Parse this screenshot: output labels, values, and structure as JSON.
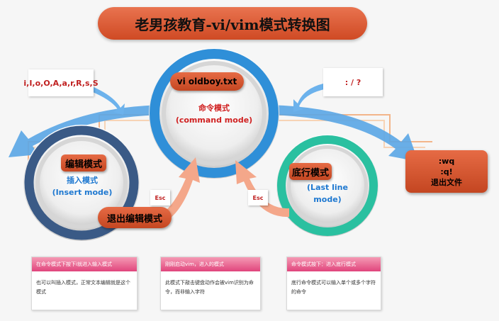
{
  "title": "老男孩教育-vi/vim模式转换图",
  "insert_keys": "i,I,o,O,A,a,r,R,s,S",
  "lastline_keys": ": / ?",
  "command_mode": {
    "entry_label": "vi oldboy.txt",
    "name_cn": "命令模式",
    "name_en": "(command mode)"
  },
  "insert_mode": {
    "label": "编辑模式",
    "name_cn": "插入模式",
    "name_en": "(Insert mode)"
  },
  "last_line_mode": {
    "label": "底行模式",
    "name_en_line1": "(Last line",
    "name_en_line2": "mode)"
  },
  "exit_edit_label": "退出编辑模式",
  "esc_left": "Esc",
  "esc_right": "Esc",
  "exit_box": {
    "line1": ":wq",
    "line2": ":q!",
    "line3": "退出文件"
  },
  "cards": [
    {
      "header": "在命令模式下按下i就进入输入模式",
      "body": "也可以叫插入模式，正常文本编辑就是这个模式"
    },
    {
      "header": "刚刚启动vim，进入的模式",
      "body": "此模式下敲击键盘动作会被vim识别为命令，而非输入字符"
    },
    {
      "header": "命令模式按下：进入底行模式",
      "body": "底行命令模式可以输入单个或多个字符的命令"
    }
  ],
  "colors": {
    "orange": "#d9552e",
    "blue_ring": "#2f8fd8",
    "navy_ring": "#3a5a86",
    "teal_ring": "#2ac0a0",
    "arrow_blue": "#5aa6e6",
    "arrow_salmon": "#f4a78a",
    "text_red": "#d02020",
    "text_blue": "#1e78d0",
    "card_pink": "#e0457c"
  }
}
